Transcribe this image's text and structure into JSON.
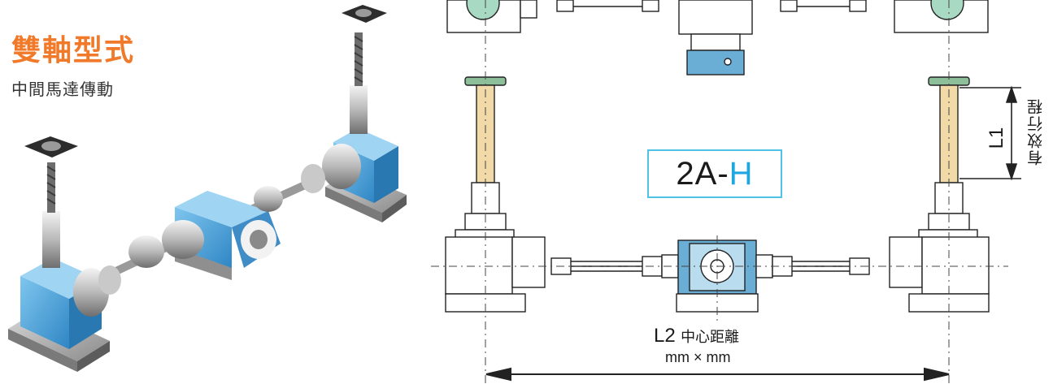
{
  "header": {
    "title": "雙軸型式",
    "subtitle": "中間馬達傳動"
  },
  "model": {
    "prefix": "2A-",
    "suffix": "H"
  },
  "dimensions": {
    "l1": "L1",
    "stroke": "有效行程",
    "l2": "L2",
    "l2_desc": "中心距離",
    "units": "mm × mm"
  },
  "colors": {
    "title": "#f07a2a",
    "accent": "#1ea6e0",
    "gearbox_blue": "#6aaed6",
    "screw_tan": "#f2d9a8",
    "cap_green": "#8cbf9a"
  }
}
